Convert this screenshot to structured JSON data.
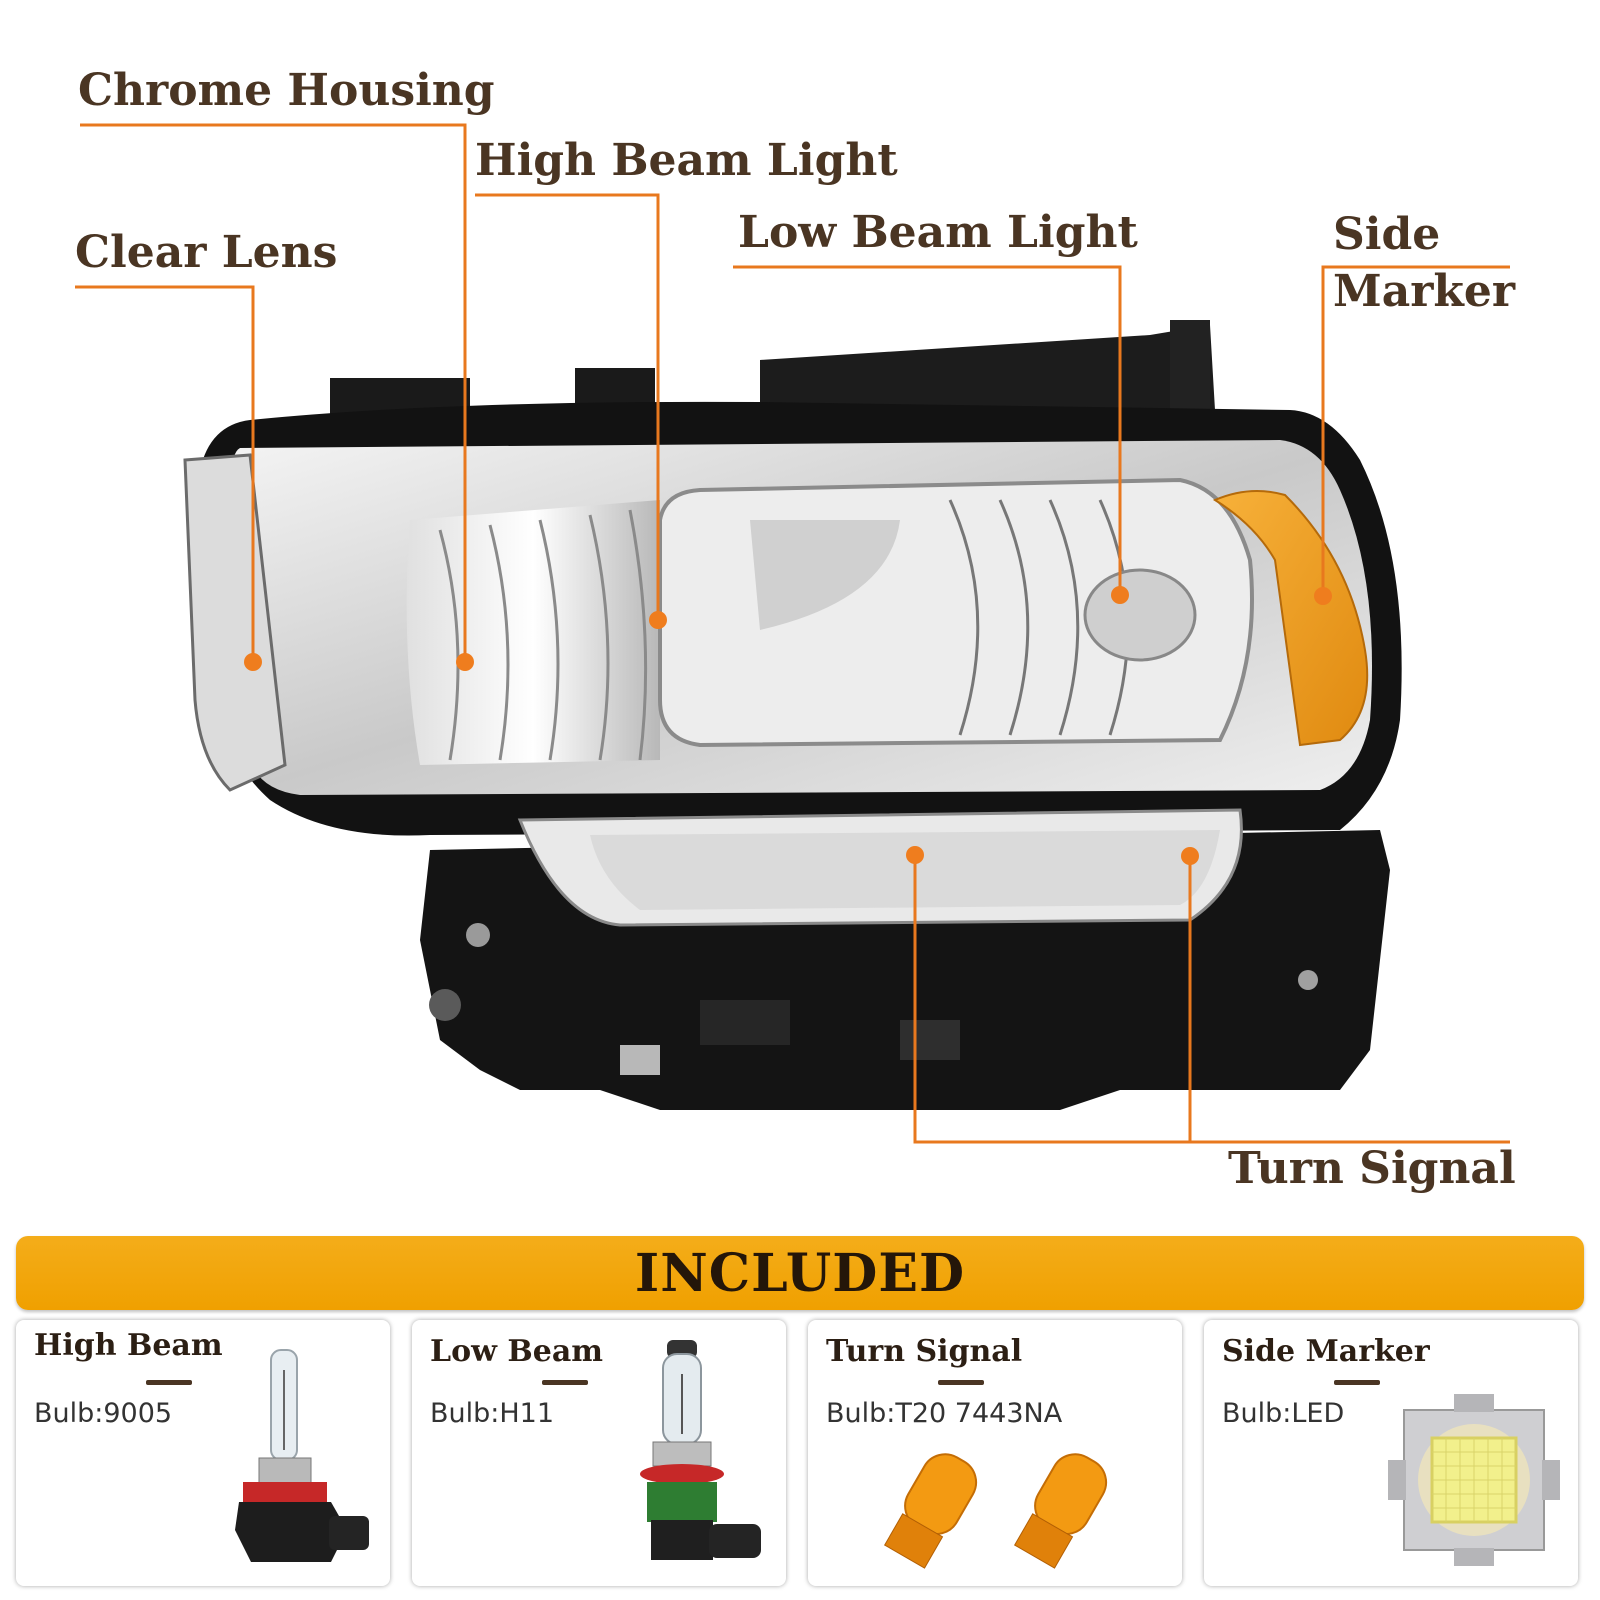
{
  "callouts": {
    "chrome_housing": "Chrome Housing",
    "high_beam_light": "High Beam Light",
    "clear_lens": "Clear Lens",
    "low_beam_light": "Low Beam Light",
    "side_marker_line1": "Side",
    "side_marker_line2": "Marker",
    "turn_signal": "Turn Signal"
  },
  "included": {
    "banner": "INCLUDED",
    "items": [
      {
        "title": "High Beam",
        "spec": "Bulb:9005"
      },
      {
        "title": "Low Beam",
        "spec": "Bulb:H11"
      },
      {
        "title": "Turn Signal",
        "spec": "Bulb:T20 7443NA"
      },
      {
        "title": "Side Marker",
        "spec": "Bulb:LED"
      }
    ]
  },
  "colors": {
    "leader_line": "#e8781e",
    "callout_text": "#4a3523",
    "banner": "#f0a000",
    "amber_lens": "#f0a020"
  }
}
